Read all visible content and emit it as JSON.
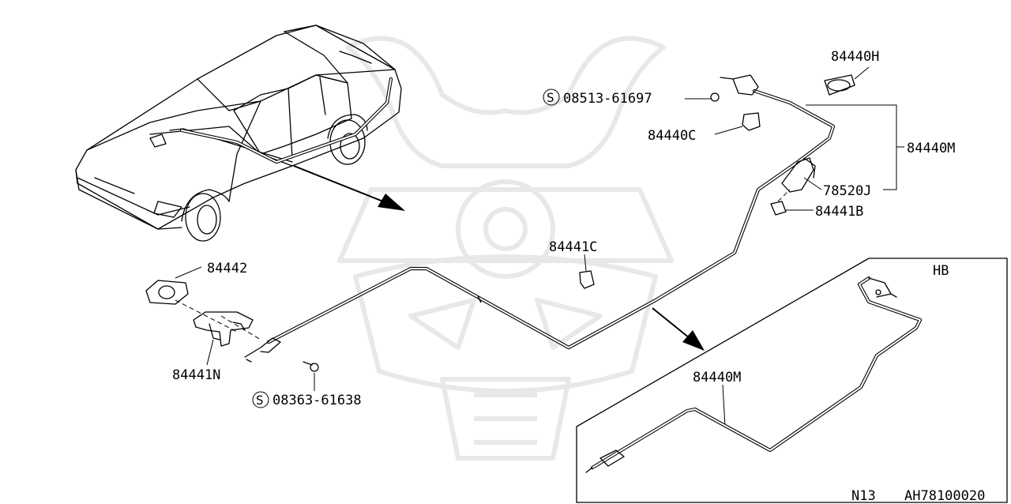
{
  "diagram": {
    "watermark": "samurai-helmet-watermark",
    "inset_label": "HB",
    "footer": {
      "model": "N13",
      "code": "AH78100020"
    },
    "callouts": [
      {
        "id": "c-84442",
        "text": "84442"
      },
      {
        "id": "c-84441n",
        "text": "84441N"
      },
      {
        "id": "c-08363",
        "text": "08363-61638",
        "prefix": "S"
      },
      {
        "id": "c-08513",
        "text": "08513-61697",
        "prefix": "S"
      },
      {
        "id": "c-84440c",
        "text": "84440C"
      },
      {
        "id": "c-84440h",
        "text": "84440H"
      },
      {
        "id": "c-84440m",
        "text": "84440M"
      },
      {
        "id": "c-78520j",
        "text": "78520J"
      },
      {
        "id": "c-84441b",
        "text": "84441B"
      },
      {
        "id": "c-84441c",
        "text": "84441C"
      },
      {
        "id": "c-84440m-hb",
        "text": "84440M"
      }
    ]
  }
}
